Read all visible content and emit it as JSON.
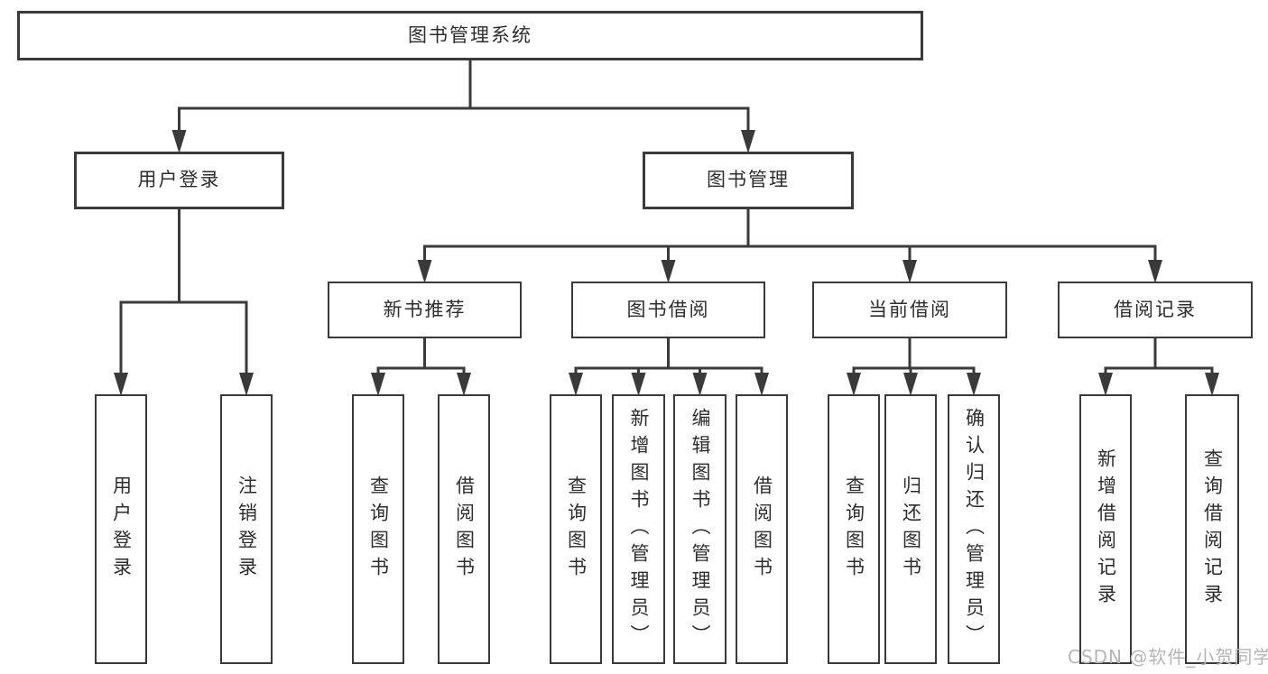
{
  "nodes": {
    "root": "图书管理系统",
    "user_login": "用户登录",
    "book_mgmt": "图书管理",
    "user_login_leaf": "用户登录",
    "logout_leaf": "注销登录",
    "new_book_rec": "新书推荐",
    "book_borrow": "图书借阅",
    "current_borrow": "当前借阅",
    "borrow_records": "借阅记录",
    "nb_query": "查询图书",
    "nb_borrow": "借阅图书",
    "bb_query": "查询图书",
    "bb_add": "新增图书（管理员）",
    "bb_edit": "编辑图书（管理员）",
    "bb_borrow": "借阅图书",
    "cb_query": "查询图书",
    "cb_return": "归还图书",
    "cb_confirm": "确认归还（管理员）",
    "br_add": "新增借阅记录",
    "br_query": "查询借阅记录"
  },
  "watermark": "CSDN @软件_小贺同学",
  "colors": {
    "line": "#3a3a3a",
    "text": "#2d2d2d",
    "watermark": "#b5b5b5",
    "background": "#ffffff"
  }
}
